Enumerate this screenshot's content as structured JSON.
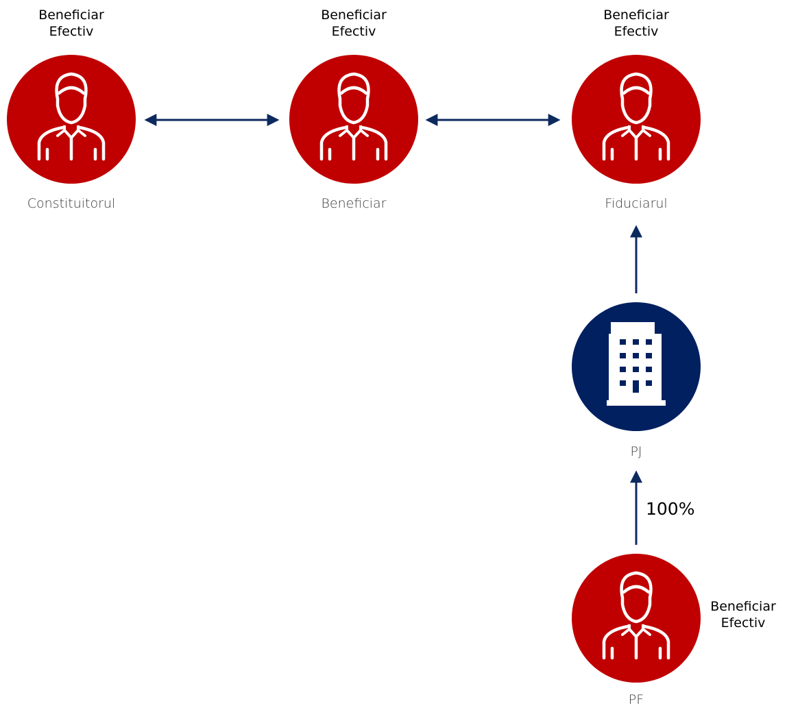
{
  "colors": {
    "person": "#c00000",
    "company": "#002060",
    "arrow": "#0d2a5e"
  },
  "badge": {
    "line1": "Beneficiar",
    "line2": "Efectiv"
  },
  "nodes": {
    "constituitorul": {
      "label": "Constituitorul",
      "icon": "person-icon"
    },
    "beneficiar": {
      "label": "Beneficiar",
      "icon": "person-icon"
    },
    "fiduciarul": {
      "label": "Fiduciarul",
      "icon": "person-icon"
    },
    "pj": {
      "label": "PJ",
      "icon": "building-icon"
    },
    "pf": {
      "label": "PF",
      "icon": "person-icon"
    }
  },
  "edges": [
    {
      "from": "constituitorul",
      "to": "beneficiar",
      "direction": "both"
    },
    {
      "from": "beneficiar",
      "to": "fiduciarul",
      "direction": "both"
    },
    {
      "from": "pj",
      "to": "fiduciarul",
      "direction": "forward"
    },
    {
      "from": "pf",
      "to": "pj",
      "direction": "forward",
      "label": "100%"
    }
  ]
}
